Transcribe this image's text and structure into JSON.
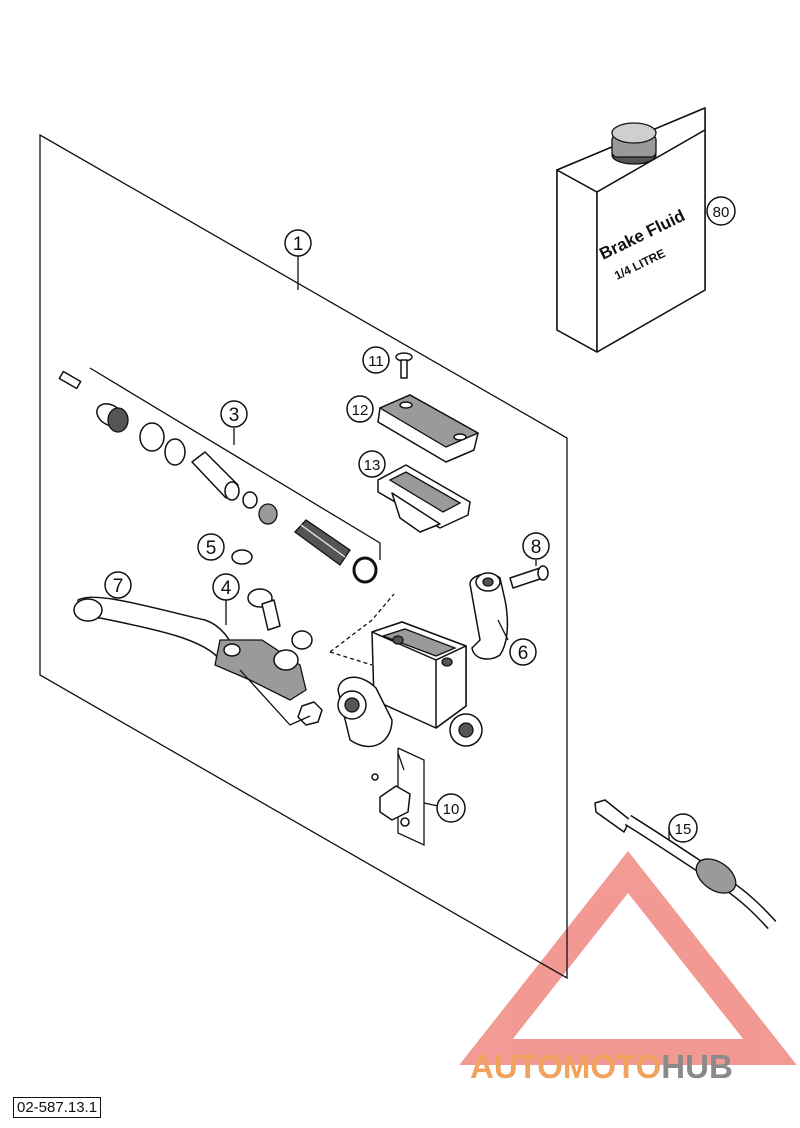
{
  "diagram_id": "02-587.13.1",
  "container_label": "Brake Fluid",
  "container_volume": "1/4 LITRE",
  "callouts": {
    "c1": "1",
    "c3": "3",
    "c4": "4",
    "c5": "5",
    "c6": "6",
    "c7": "7",
    "c8": "8",
    "c10": "10",
    "c11": "11",
    "c12": "12",
    "c13": "13",
    "c15": "15",
    "c80": "80"
  },
  "watermark": {
    "part1": "AUTOMOTO",
    "part2": "HUB",
    "color1": "#f0a35e",
    "color2": "#8a8a8a",
    "logo_color": "#e8473d"
  }
}
